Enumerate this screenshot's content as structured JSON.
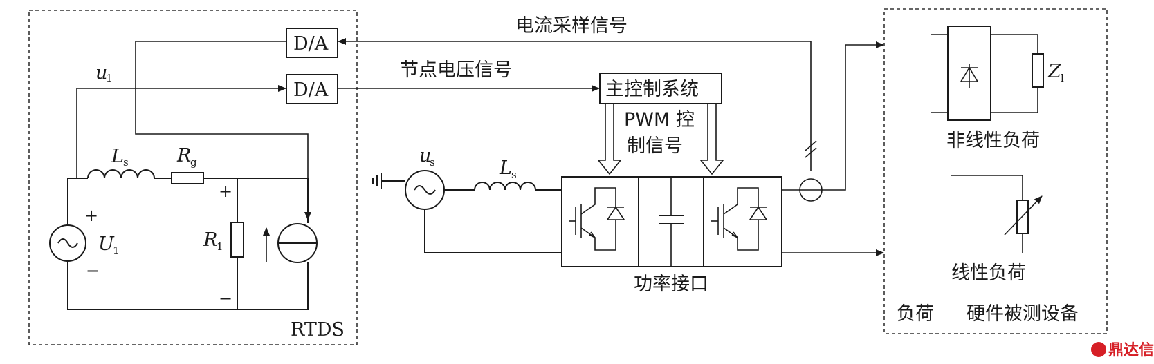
{
  "labels": {
    "rtds": "RTDS",
    "da_top": "D/A",
    "da_bottom": "D/A",
    "current_signal": "电流采样信号",
    "voltage_signal": "节点电压信号",
    "main_control": "主控制系统",
    "pwm_line1": "PWM 控",
    "pwm_line2": "制信号",
    "power_interface": "功率接口",
    "nonlinear_load": "非线性负荷",
    "linear_load": "线性负荷",
    "load": "负荷",
    "hw_device": "硬件被测设备",
    "watermark": "鼎达信"
  },
  "symbols": {
    "u1_main": "u",
    "u1_sub": "1",
    "Ls_main": "L",
    "Ls_sub": "s",
    "Rg_main": "R",
    "Rg_sub": "g",
    "U1_main": "U",
    "U1_sub": "1",
    "R1_main": "R",
    "R1_sub": "1",
    "us_main": "u",
    "us_sub": "s",
    "Ls2_main": "L",
    "Ls2_sub": "s",
    "Zl_main": "Z",
    "Zl_sub": "l",
    "plus": "+",
    "minus": "−"
  },
  "colors": {
    "line": "#1a1a1a",
    "watermark": "#d61f26"
  }
}
